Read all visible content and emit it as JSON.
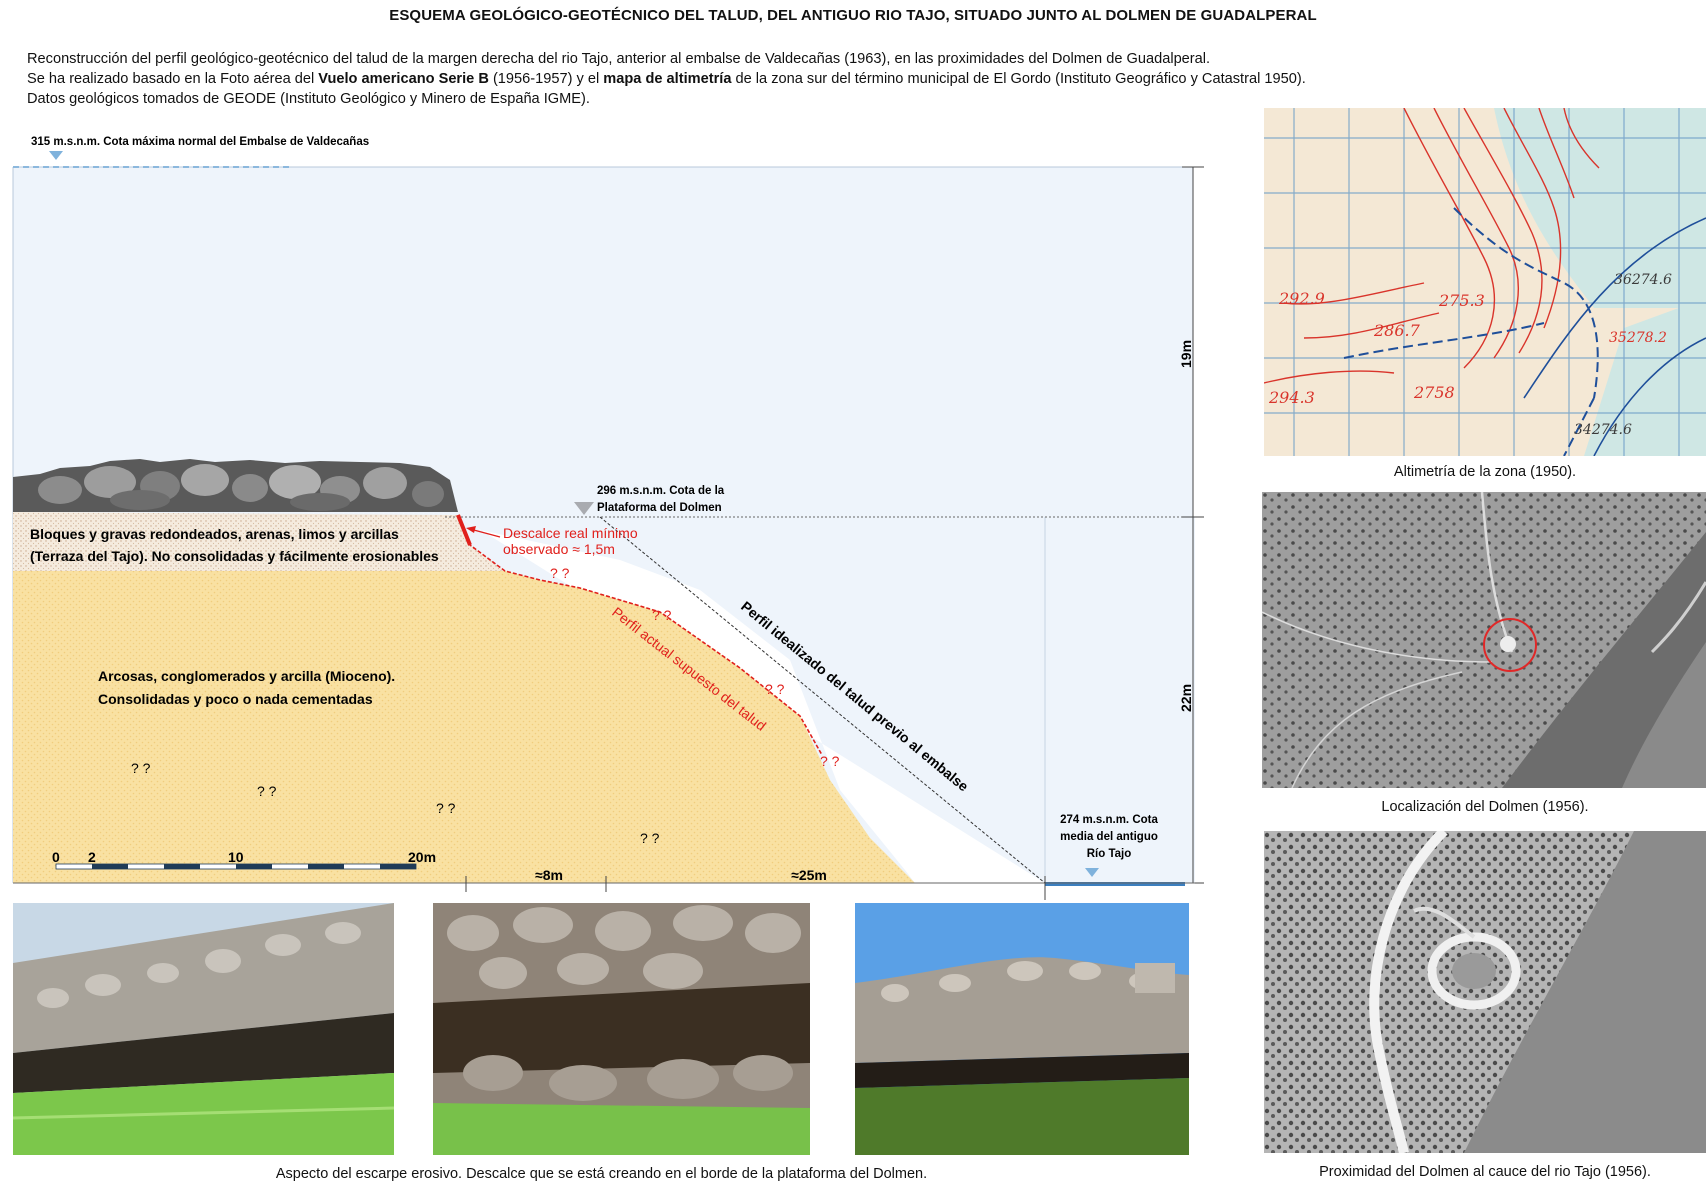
{
  "title": "ESQUEMA GEOLÓGICO-GEOTÉCNICO DEL TALUD, DEL ANTIGUO RIO TAJO, SITUADO JUNTO AL DOLMEN DE GUADALPERAL",
  "intro": {
    "line1": "Reconstrucción del perfil geológico-geotécnico  del  talud de la margen derecha del rio Tajo, anterior al  embalse de Valdecañas (1963), en las proximidades del Dolmen de Guadalperal.",
    "line2_a": "Se ha realizado basado en la Foto aérea del ",
    "line2_b": "Vuelo americano Serie B",
    "line2_c": " (1956-1957) y el ",
    "line2_d": "mapa de altimetría",
    "line2_e": " de la zona sur del término municipal de El Gordo (Instituto Geográfico y Catastral 1950).",
    "line3": "Datos geológicos tomados de GEODE (Instituto Geológico y Minero de España IGME)."
  },
  "diagram": {
    "max_level": "315 m.s.n.m. Cota máxima normal del Embalse de Valdecañas",
    "platform_level_1": "296 m.s.n.m. Cota de la",
    "platform_level_2": "Plataforma del Dolmen",
    "river_level_1": "274 m.s.n.m. Cota",
    "river_level_2": "media del antiguo",
    "river_level_3": "Río Tajo",
    "terrace_1": "Bloques y gravas redondeados, arenas, limos y arcillas",
    "terrace_2": "(Terraza del Tajo).  No consolidadas y fácilmente erosionables",
    "miocene_1": "Arcosas, conglomerados y arcilla (Mioceno).",
    "miocene_2": "Consolidadas y poco o nada cementadas",
    "undercut_1": "Descalce real mínimo",
    "undercut_2": "observado ≈ 1,5m",
    "current_profile": "Perfil actual  supuesto del talud",
    "ideal_profile": "Perfil idealizado del talud previo al embalse",
    "height_upper": "19m",
    "height_lower": "22m",
    "dist_1": "≈8m",
    "dist_2": "≈25m",
    "unknown": "? ?",
    "scale": [
      "0",
      "2",
      "10",
      "20m"
    ],
    "colors": {
      "water": "#eef4fb",
      "terrace": "#f3e6d2",
      "miocene": "#f9e1a2",
      "profile_red": "#e0201c",
      "river_blue": "#3c7fbf",
      "level_marker": "#7fb2dc"
    }
  },
  "photos": {
    "bottom_caption": "Aspecto del escarpe erosivo. Descalce que se está creando en el borde de la plataforma del Dolmen.",
    "map_caption": "Altimetría de la zona (1950).",
    "map_labels": [
      "292.9",
      "275.3",
      "286.7",
      "36274.6",
      "35278.2",
      "294.3",
      "2758",
      "34274.6"
    ],
    "aerial_caption": "Localización del Dolmen (1956).",
    "closeup_caption": "Proximidad del Dolmen al cauce del rio Tajo (1956)."
  }
}
